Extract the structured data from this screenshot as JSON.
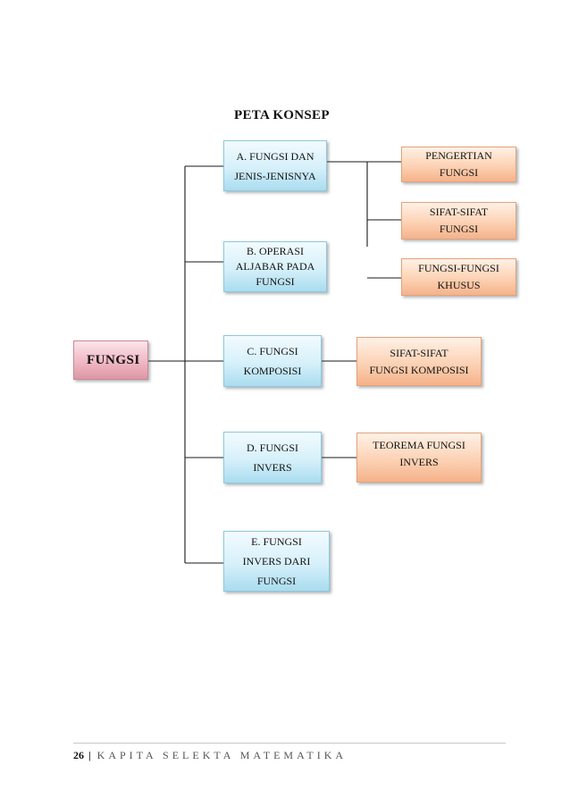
{
  "title": "PETA KONSEP",
  "root": "FUNGSI",
  "main_nodes": [
    "A. FUNGSI DAN\nJENIS-JENISNYA",
    "B. OPERASI\nALJABAR PADA\nFUNGSI",
    "C. FUNGSI\nKOMPOSISI",
    "D. FUNGSI\nINVERS",
    "E. FUNGSI\nINVERS DARI\nFUNGSI"
  ],
  "sub_nodes": [
    "PENGERTIAN\nFUNGSI",
    "SIFAT-SIFAT\nFUNGSI",
    "FUNGSI-FUNGSI\nKHUSUS",
    "SIFAT-SIFAT\nFUNGSI KOMPOSISI",
    "TEOREMA FUNGSI\nINVERS"
  ],
  "footer": {
    "page": "26",
    "separator": "|",
    "book": "KAPITA SELEKTA MATEMATIKA"
  }
}
